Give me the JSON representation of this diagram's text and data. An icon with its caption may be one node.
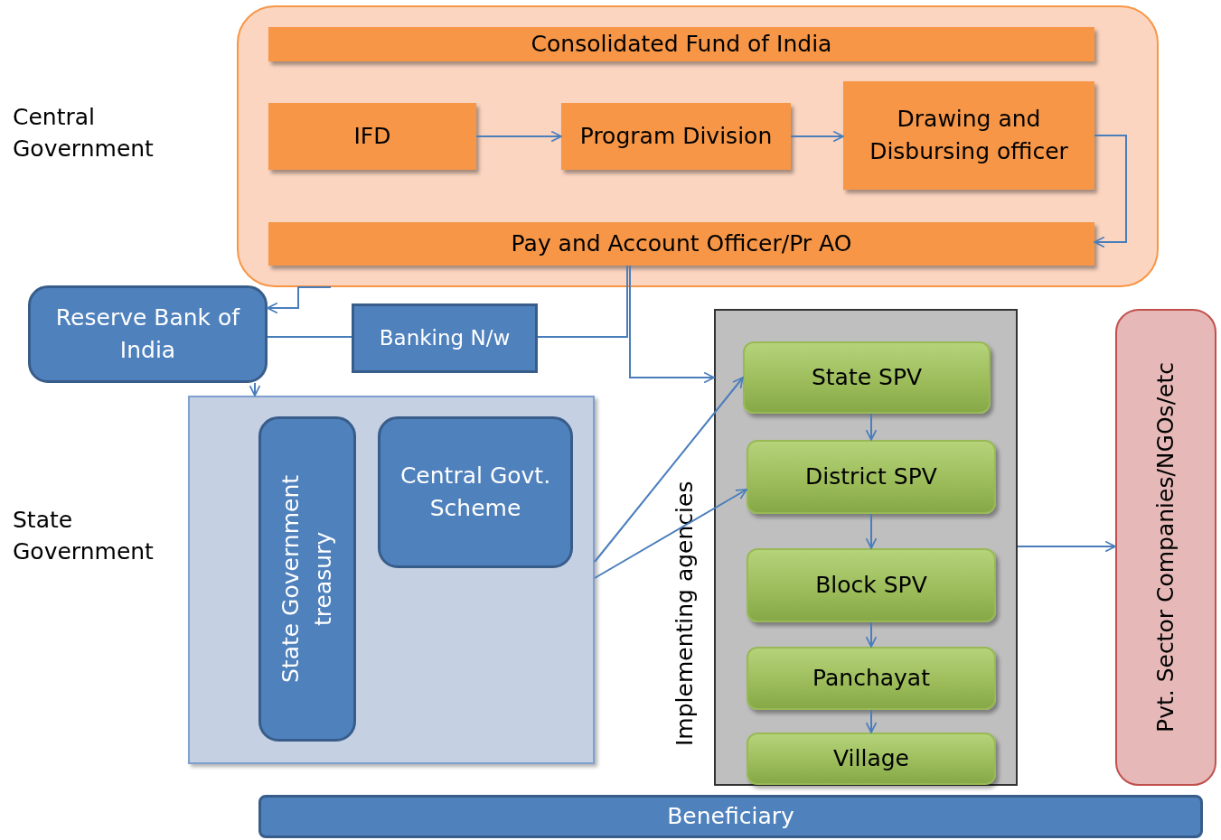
{
  "diagram": {
    "nodes": [
      {
        "text": [
          "Central Government"
        ]
      },
      {
        "text": [
          "Consolidated Fund of India"
        ],
        "in": 0
      },
      {
        "text": [
          "IFD"
        ],
        "in": 0
      },
      {
        "text": [
          "Program Division"
        ],
        "in": 0
      },
      {
        "text": [
          "Drawing and Disbursing officer"
        ],
        "in": 0
      },
      {
        "text": [
          "Pay and Account Officer/Pr AO"
        ],
        "in": 0
      },
      {
        "text": [
          "Reserve Bank of India"
        ]
      },
      {
        "text": [
          "Banking N/w"
        ]
      },
      {
        "text": [
          "State Government"
        ]
      },
      {
        "text": [
          "State Government treasury"
        ],
        "in": 8
      },
      {
        "text": [
          "Central Govt. Scheme"
        ],
        "in": 8
      },
      {
        "text": [
          "Implementing agencies"
        ]
      },
      {
        "text": [
          "State SPV"
        ],
        "in": 11
      },
      {
        "text": [
          "District SPV"
        ],
        "in": 11
      },
      {
        "text": [
          "Block SPV"
        ],
        "in": 11
      },
      {
        "text": [
          "Panchayat"
        ],
        "in": 11
      },
      {
        "text": [
          "Village"
        ],
        "in": 11
      },
      {
        "text": [
          "Pvt. Sector Companies/NGOs/etc"
        ]
      },
      {
        "text": [
          "Beneficiary"
        ]
      }
    ],
    "edges": [
      {
        "from": 2,
        "to": 3,
        "arrow": "to"
      },
      {
        "from": 3,
        "to": 4,
        "arrow": "to"
      },
      {
        "from": 4,
        "to": 5,
        "arrow": "to"
      },
      {
        "from": 0,
        "to": 6,
        "arrow": "to"
      },
      {
        "from": 6,
        "to": 7,
        "arrow": "none"
      },
      {
        "from": 7,
        "to": 5,
        "arrow": "none"
      },
      {
        "from": 5,
        "to": 11,
        "arrow": "to"
      },
      {
        "from": 6,
        "to": 8,
        "arrow": "to"
      },
      {
        "from": 8,
        "to": 12,
        "arrow": "to"
      },
      {
        "from": 8,
        "to": 13,
        "arrow": "to"
      },
      {
        "from": 12,
        "to": 13,
        "arrow": "to"
      },
      {
        "from": 13,
        "to": 14,
        "arrow": "to"
      },
      {
        "from": 14,
        "to": 15,
        "arrow": "to"
      },
      {
        "from": 15,
        "to": 16,
        "arrow": "to"
      },
      {
        "from": 11,
        "to": 17,
        "arrow": "to"
      }
    ]
  }
}
